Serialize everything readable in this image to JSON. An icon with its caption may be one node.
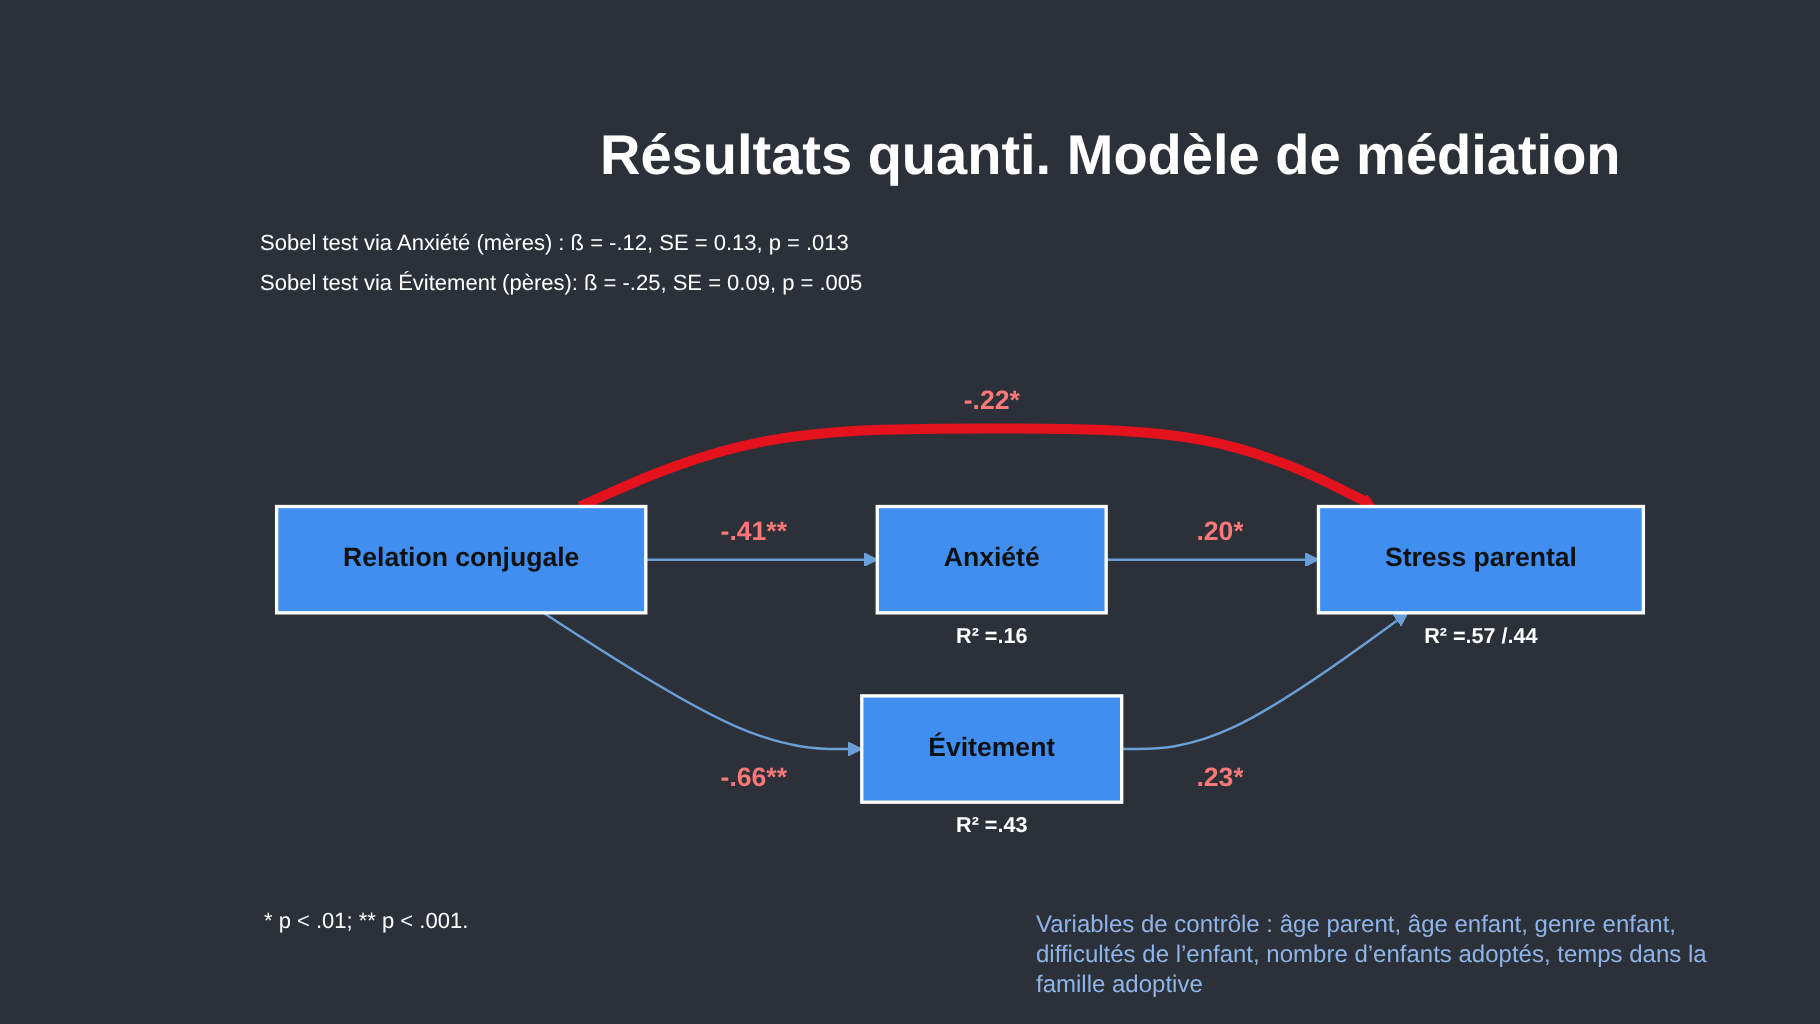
{
  "diagram": {
    "title": "Résultats quanti. Modèle de médiation",
    "nodes": [
      {
        "text": [
          "Relation conjugale"
        ]
      },
      {
        "text": [
          "Anxiété"
        ],
        "beside": [
          "R² =.16"
        ]
      },
      {
        "text": [
          "Évitement"
        ],
        "beside": [
          "R² =.43"
        ]
      },
      {
        "text": [
          "Stress parental"
        ],
        "beside": [
          "R² =.57 /.44"
        ]
      }
    ],
    "edges": [
      {
        "from": 0,
        "to": 3,
        "arrow": "to",
        "label": "-.22*",
        "style": "thick",
        "color": "#e3121c"
      },
      {
        "from": 0,
        "to": 1,
        "arrow": "to",
        "label": "-.41**"
      },
      {
        "from": 0,
        "to": 2,
        "arrow": "to",
        "label": "-.66**"
      },
      {
        "from": 1,
        "to": 3,
        "arrow": "to",
        "label": ".20*"
      },
      {
        "from": 2,
        "to": 3,
        "arrow": "to",
        "label": ".23*"
      }
    ],
    "labels": [
      "Sobel test via Anxiété (mères) : ß = -.12, SE = 0.13, p = .013",
      "Sobel test via Évitement (pères): ß = -.25, SE = 0.09, p = .005",
      "* p < .01; ** p < .001.",
      "Variables de contrôle : âge parent, âge enfant, genre enfant, difficultés de l’enfant, nombre d’enfants adoptés, temps dans la famille adoptive"
    ]
  }
}
